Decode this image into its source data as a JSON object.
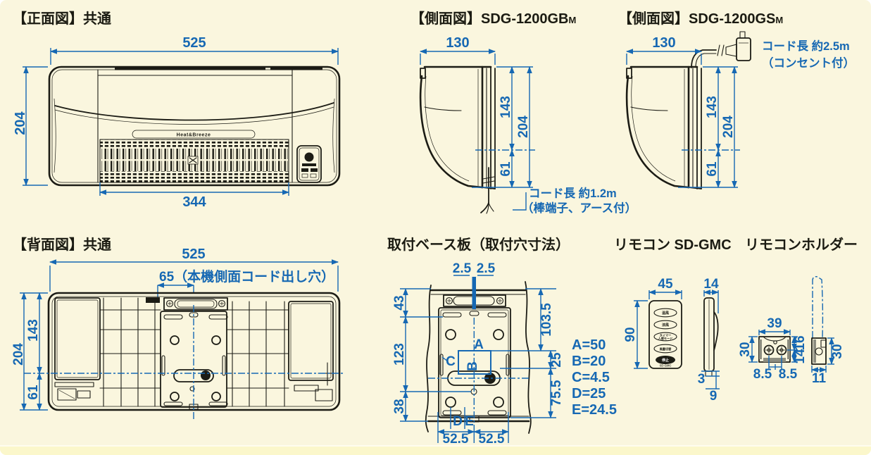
{
  "page": {
    "background": "#FAF6DE",
    "dimension_blue": "#1668B3",
    "line_black": "#1C1C15",
    "footer_strip": "#FBF7CB"
  },
  "titles": {
    "front": "【正面図】共通",
    "side_gb": "【側面図】SDG-1200GB",
    "side_gb_sub": "M",
    "side_gs": "【側面図】SDG-1200GS",
    "side_gs_sub": "M",
    "back": "【背面図】共通",
    "base_plate": "取付ベース板（取付穴寸法）",
    "remote": "リモコン SD-GMC",
    "holder": "リモコンホルダー"
  },
  "front": {
    "width": "525",
    "height": "204",
    "grille_width": "344",
    "logo": "Heat&Breeze"
  },
  "side_gb": {
    "depth": "130",
    "upper_height": "143",
    "total_height": "204",
    "lower_height": "61",
    "cord_note1": "コード長 約1.2m",
    "cord_note2": "（棒端子、アース付）"
  },
  "side_gs": {
    "depth": "130",
    "upper_height": "143",
    "total_height": "204",
    "lower_height": "61",
    "cord_note1": "コード長 約2.5m",
    "cord_note2": "（コンセント付）"
  },
  "back": {
    "width": "525",
    "cord_hole_note": "65（本機側面コード出し穴）",
    "total_height": "204",
    "upper_height": "143",
    "lower_height": "61"
  },
  "base_plate": {
    "top_offset_left": "2.5",
    "top_offset_right": "2.5",
    "left_top": "43",
    "left_mid": "123",
    "left_bottom": "38",
    "right_top": "103.5",
    "right_mid": "25",
    "right_bottom": "75.5",
    "label_a": "A",
    "label_b": "B",
    "label_c": "C",
    "label_d": "D",
    "label_e": "E",
    "bottom_left": "52.5",
    "bottom_right": "52.5",
    "legend": [
      "A=50",
      "B=20",
      "C=4.5",
      "D=25",
      "E=24.5"
    ]
  },
  "remote": {
    "width": "45",
    "height": "90",
    "depth": "14",
    "clip_gap": "3",
    "clip_depth": "9",
    "buttons": {
      "b1": "温風",
      "b2": "涼風",
      "b3a": "タイマー",
      "b3b": "人感モード",
      "b4": "風量切替",
      "b5": "停止"
    },
    "model": "SD-GMC"
  },
  "holder": {
    "width": "39",
    "height": "30",
    "right_top": "16",
    "right_bottom": "14",
    "hole_left": "8.5",
    "hole_right": "8.5",
    "side_depth": "11",
    "side_height": "30"
  }
}
